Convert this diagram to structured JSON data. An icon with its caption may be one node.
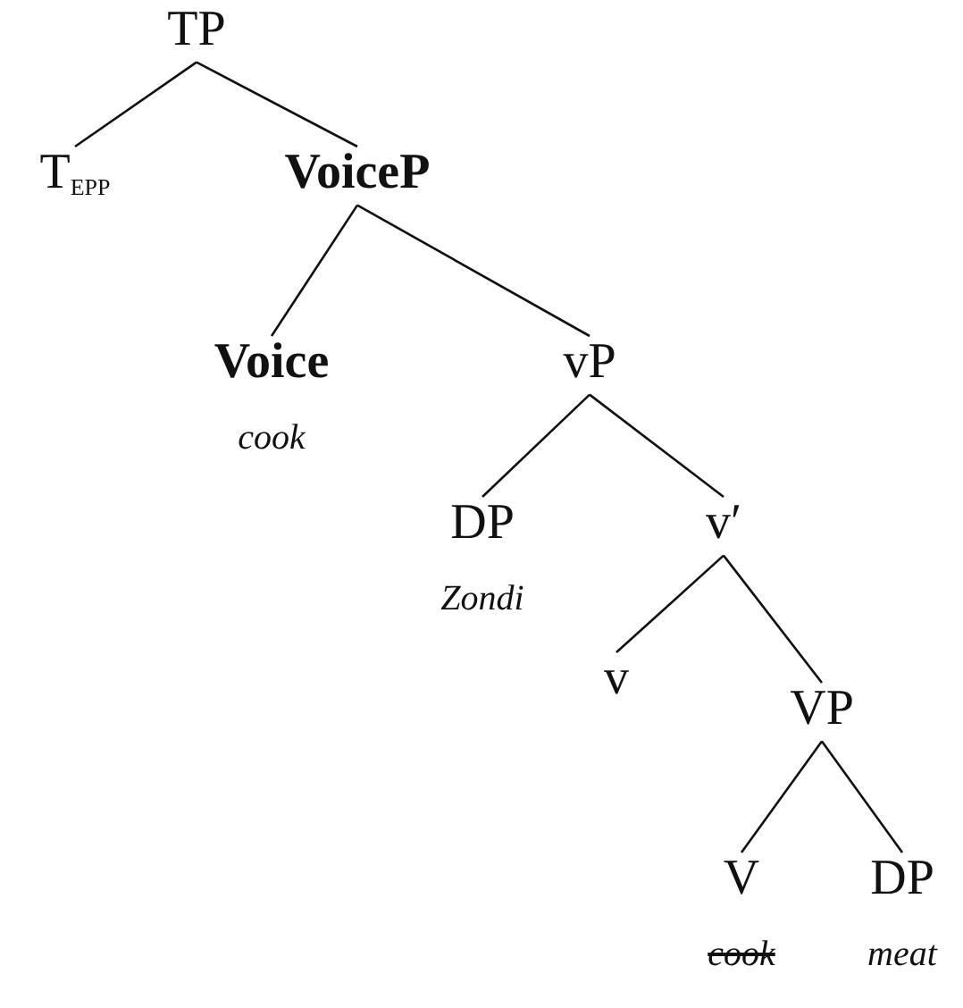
{
  "diagram": {
    "nodes": [
      {
        "text": [
          "TP"
        ]
      },
      {
        "text": [
          "T$_{EPP}$"
        ]
      },
      {
        "text": [
          "VoiceP"
        ]
      },
      {
        "text": [
          "Voice",
          "cook"
        ]
      },
      {
        "text": [
          "vP"
        ]
      },
      {
        "text": [
          "DP",
          "Zondi"
        ]
      },
      {
        "text": [
          "v′"
        ]
      },
      {
        "text": [
          "v"
        ]
      },
      {
        "text": [
          "VP"
        ]
      },
      {
        "text": [
          "V",
          "cook"
        ]
      },
      {
        "text": [
          "DP",
          "meat"
        ]
      }
    ],
    "edges": [
      {
        "from": 0,
        "to": 1,
        "arrow": "none"
      },
      {
        "from": 0,
        "to": 2,
        "arrow": "none"
      },
      {
        "from": 2,
        "to": 3,
        "arrow": "none"
      },
      {
        "from": 2,
        "to": 4,
        "arrow": "none"
      },
      {
        "from": 4,
        "to": 5,
        "arrow": "none"
      },
      {
        "from": 4,
        "to": 6,
        "arrow": "none"
      },
      {
        "from": 6,
        "to": 7,
        "arrow": "none"
      },
      {
        "from": 6,
        "to": 8,
        "arrow": "none"
      },
      {
        "from": 8,
        "to": 9,
        "arrow": "none"
      },
      {
        "from": 8,
        "to": 10,
        "arrow": "none"
      }
    ]
  }
}
